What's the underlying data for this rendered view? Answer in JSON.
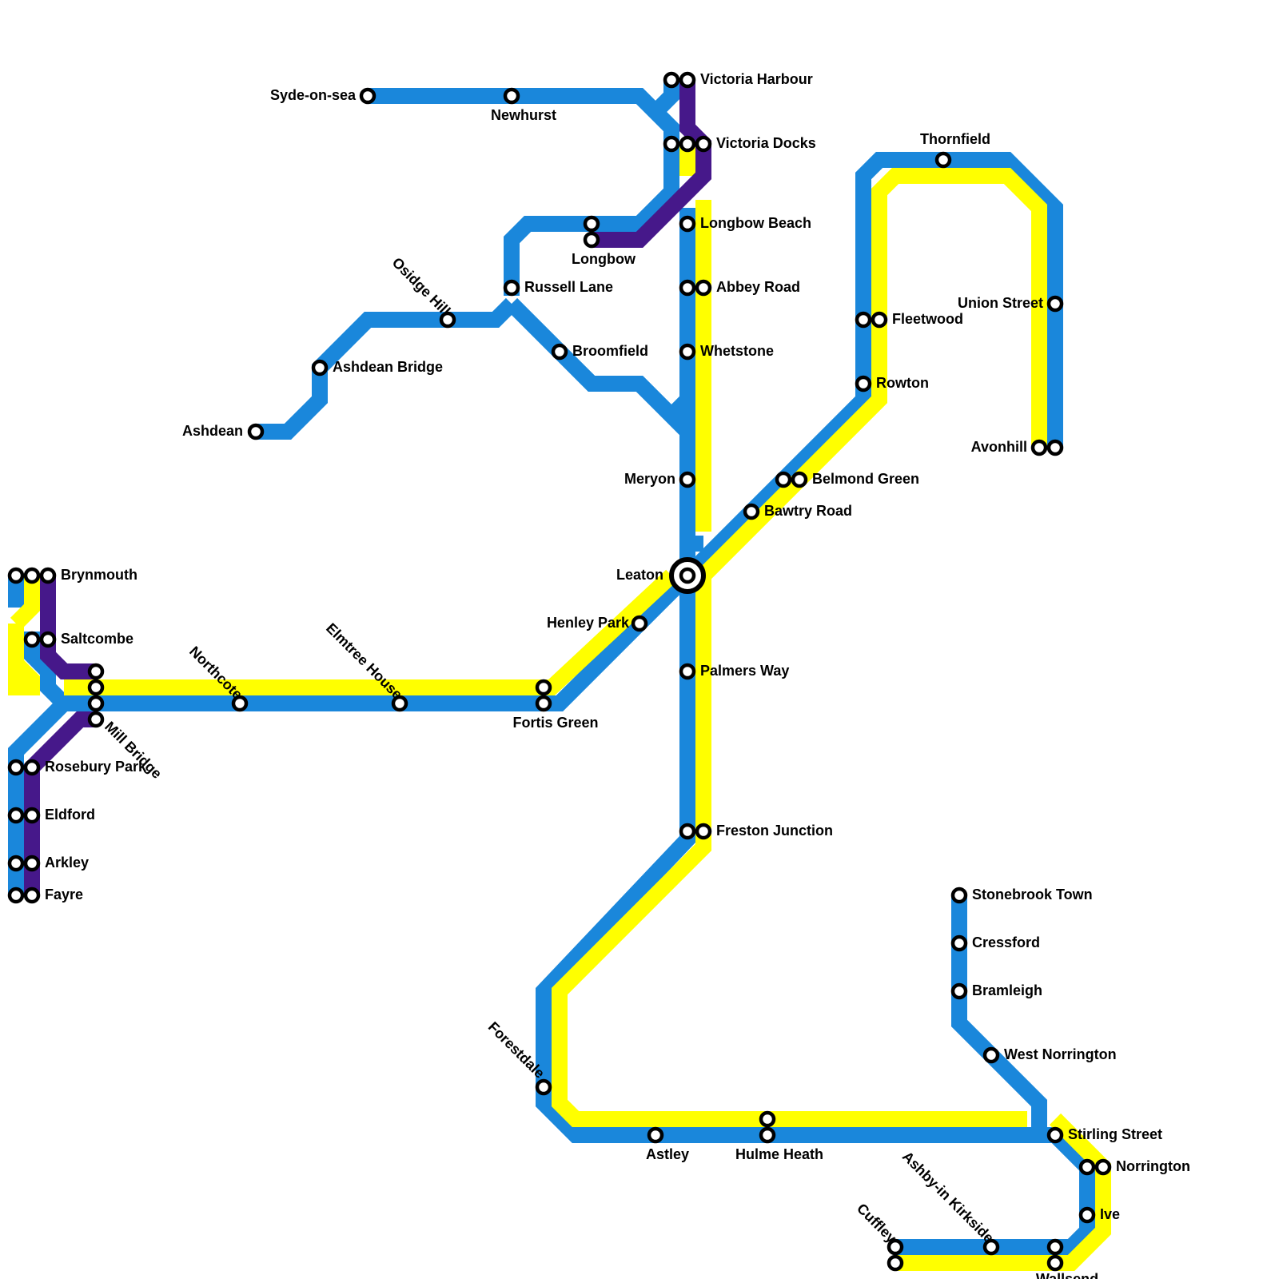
{
  "colors": {
    "blue_line": "#1a87db",
    "yellow_line": "#ffff00",
    "purple_line": "#46188a",
    "background": "#ffffff",
    "station_fill": "#ffffff",
    "station_stroke": "#000000"
  },
  "lines": [
    {
      "id": "blue",
      "color": "#1a87db"
    },
    {
      "id": "yellow",
      "color": "#ffff00"
    },
    {
      "id": "purple",
      "color": "#46188a"
    }
  ],
  "stations": {
    "syde_on_sea": "Syde-on-sea",
    "newhurst": "Newhurst",
    "victoria_harbour": "Victoria Harbour",
    "victoria_docks": "Victoria Docks",
    "thornfield": "Thornfield",
    "longbow_beach": "Longbow Beach",
    "longbow": "Longbow",
    "osidge_hill": "Osidge Hill",
    "russell_lane": "Russell Lane",
    "abbey_road": "Abbey Road",
    "union_street": "Union Street",
    "fleetwood": "Fleetwood",
    "ashdean_bridge": "Ashdean Bridge",
    "broomfield": "Broomfield",
    "whetstone": "Whetstone",
    "rowton": "Rowton",
    "ashdean": "Ashdean",
    "avonhill": "Avonhill",
    "meryon": "Meryon",
    "belmond_green": "Belmond Green",
    "bawtry_road": "Bawtry Road",
    "brynmouth": "Brynmouth",
    "leaton": "Leaton",
    "henley_park": "Henley Park",
    "saltcombe": "Saltcombe",
    "northcote": "Northcote",
    "elmtree_house": "Elmtree House",
    "palmers_way": "Palmers Way",
    "fortis_green": "Fortis Green",
    "mill_bridge": "Mill Bridge",
    "rosebury_park": "Rosebury Park",
    "eldford": "Eldford",
    "arkley": "Arkley",
    "fayre": "Fayre",
    "freston_junction": "Freston Junction",
    "stonebrook_town": "Stonebrook Town",
    "cressford": "Cressford",
    "bramleigh": "Bramleigh",
    "west_norrington": "West Norrington",
    "forestdale": "Forestdale",
    "astley": "Astley",
    "hulme_heath": "Hulme Heath",
    "ashby_in_kirkside": "Ashby-in Kirkside",
    "stirling_street": "Stirling Street",
    "norrington": "Norrington",
    "ive": "Ive",
    "cuffley": "Cuffley",
    "wallsend": "Wallsend"
  }
}
